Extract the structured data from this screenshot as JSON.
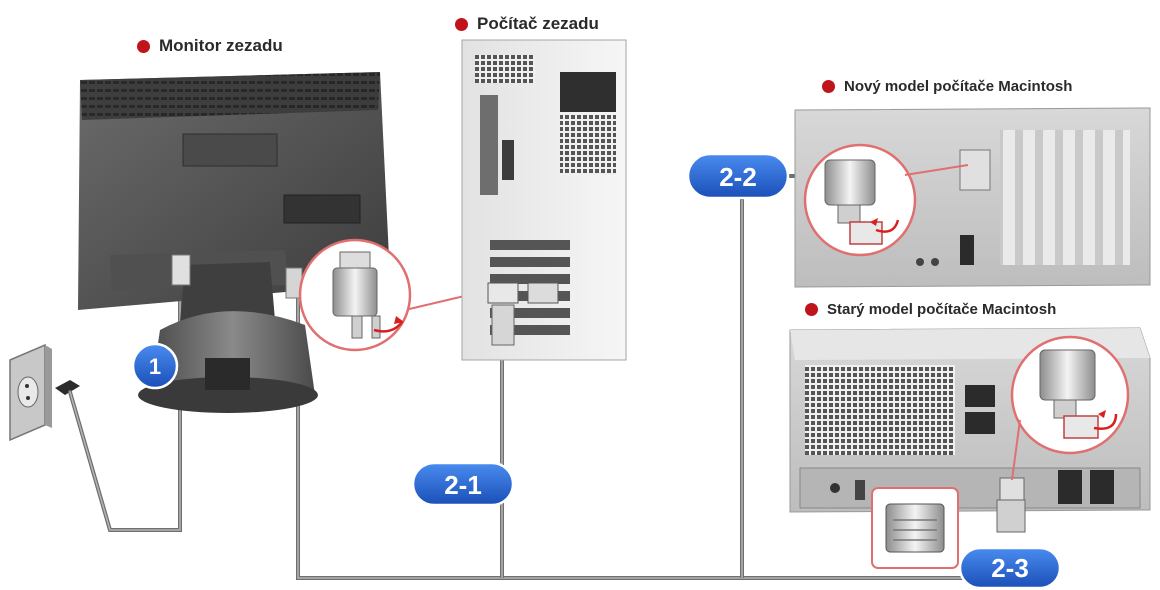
{
  "colors": {
    "bullet": "#c0141c",
    "badge": "#1f5fd0",
    "badge_dark": "#0d3a8f",
    "cable": "#7c7c7c",
    "callout": "#e07070"
  },
  "labels": {
    "monitor": "Monitor zezadu",
    "pc": "Počítač zezadu",
    "mac_new": "Nový model počítače Macintosh",
    "mac_old": "Starý model počítače Macintosh"
  },
  "badges": {
    "b1": "1",
    "b21": "2-1",
    "b22": "2-2",
    "b23": "2-3"
  }
}
